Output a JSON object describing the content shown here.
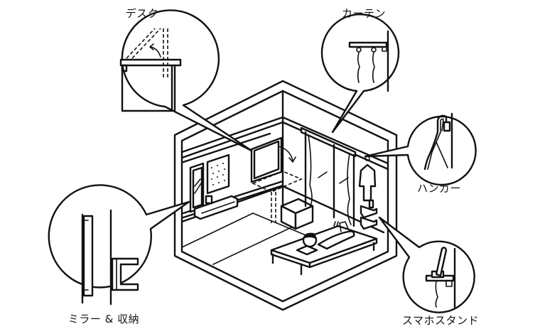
{
  "title": "Room furnishing illustration",
  "callouts": [
    {
      "id": "desk",
      "label": "デスク"
    },
    {
      "id": "curtain",
      "label": "カーテン"
    },
    {
      "id": "hanger",
      "label": "ハンガー"
    },
    {
      "id": "mirror-storage",
      "label": "ミラー & 収納"
    },
    {
      "id": "phone-stand",
      "label": "スマホスタンド"
    }
  ],
  "colors": {
    "line": "#111111",
    "background": "#ffffff"
  }
}
